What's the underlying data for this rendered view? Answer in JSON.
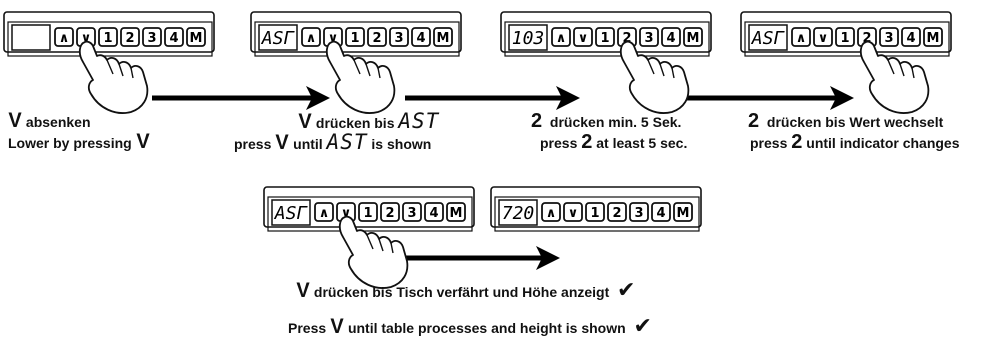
{
  "panels": [
    {
      "display": "",
      "keys": [
        "∧",
        "∨",
        "1",
        "2",
        "3",
        "4",
        "M"
      ],
      "pressed": "∨"
    },
    {
      "display": "ASΓ",
      "keys": [
        "∧",
        "∨",
        "1",
        "2",
        "3",
        "4",
        "M"
      ],
      "pressed": "∨"
    },
    {
      "display": "103",
      "keys": [
        "∧",
        "∨",
        "1",
        "2",
        "3",
        "4",
        "M"
      ],
      "pressed": "2"
    },
    {
      "display": "ASΓ",
      "keys": [
        "∧",
        "∨",
        "1",
        "2",
        "3",
        "4",
        "M"
      ],
      "pressed": "2"
    },
    {
      "display": "ASΓ",
      "keys": [
        "∧",
        "∨",
        "1",
        "2",
        "3",
        "4",
        "M"
      ],
      "pressed": "∨"
    },
    {
      "display": "720",
      "keys": [
        "∧",
        "∨",
        "1",
        "2",
        "3",
        "4",
        "M"
      ],
      "pressed": ""
    }
  ],
  "steps": {
    "s1": {
      "de_sym": "V",
      "de_text": "absenken",
      "en_text": "Lower by pressing",
      "en_sym": "V"
    },
    "s2": {
      "de_sym": "V",
      "de_text": "drücken bis",
      "de_code": "AST",
      "en_pre": "press",
      "en_sym": "V",
      "en_mid": "until",
      "en_code": "AST",
      "en_post": "is shown"
    },
    "s3": {
      "de_sym": "2",
      "de_text": "drücken min. 5 Sek.",
      "en_pre": "press",
      "en_sym": "2",
      "en_post": "at least 5 sec."
    },
    "s4": {
      "de_sym": "2",
      "de_text": "drücken bis Wert wechselt",
      "en_pre": "press",
      "en_sym": "2",
      "en_post": "until indicator changes"
    },
    "s5": {
      "de_sym": "V",
      "de_text": "drücken bis Tisch verfährt und Höhe anzeigt",
      "de_check": "✔",
      "en_pre": "Press",
      "en_sym": "V",
      "en_post": "until table processes and height is shown",
      "en_check": "✔"
    }
  }
}
